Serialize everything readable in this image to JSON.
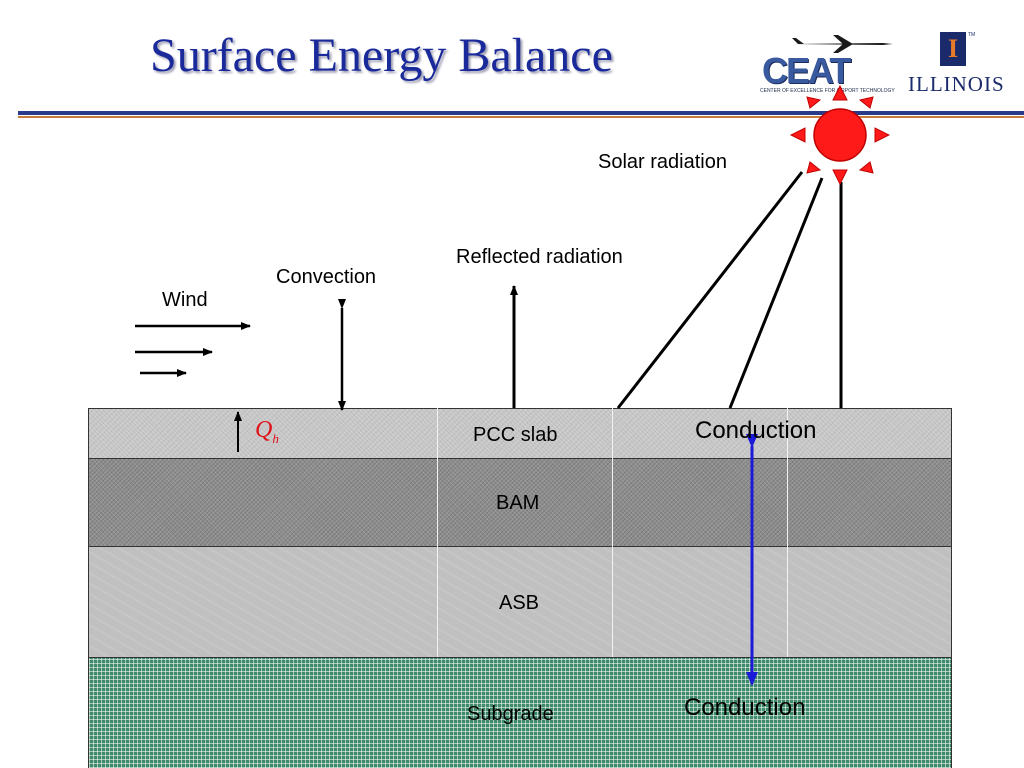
{
  "title": "Surface Energy Balance",
  "logo": {
    "ceat_text": "CEAT",
    "ceat_subtitle": "CENTER OF EXCELLENCE FOR AIRPORT TECHNOLOGY",
    "illinois_text": "ILLINOIS",
    "block_i": "I",
    "tm": "TM"
  },
  "diagram": {
    "labels": {
      "solar_radiation": "Solar radiation",
      "reflected_radiation": "Reflected radiation",
      "convection": "Convection",
      "wind": "Wind",
      "conduction_top": "Conduction",
      "conduction_bottom": "Conduction",
      "qh_symbol": "Q",
      "qh_subscript": "h"
    },
    "layers": [
      {
        "name": "PCC slab",
        "color": "#c6c6c6"
      },
      {
        "name": "BAM",
        "color": "#8e8e8e"
      },
      {
        "name": "ASB",
        "color": "#c0c0c0"
      },
      {
        "name": "Subgrade",
        "color": "#3e8a6a"
      }
    ],
    "colors": {
      "sun": "#ff1a1a",
      "conduction_arrow": "#1a1ad8",
      "title": "#1a2a9a",
      "qh": "#e0101a"
    }
  }
}
